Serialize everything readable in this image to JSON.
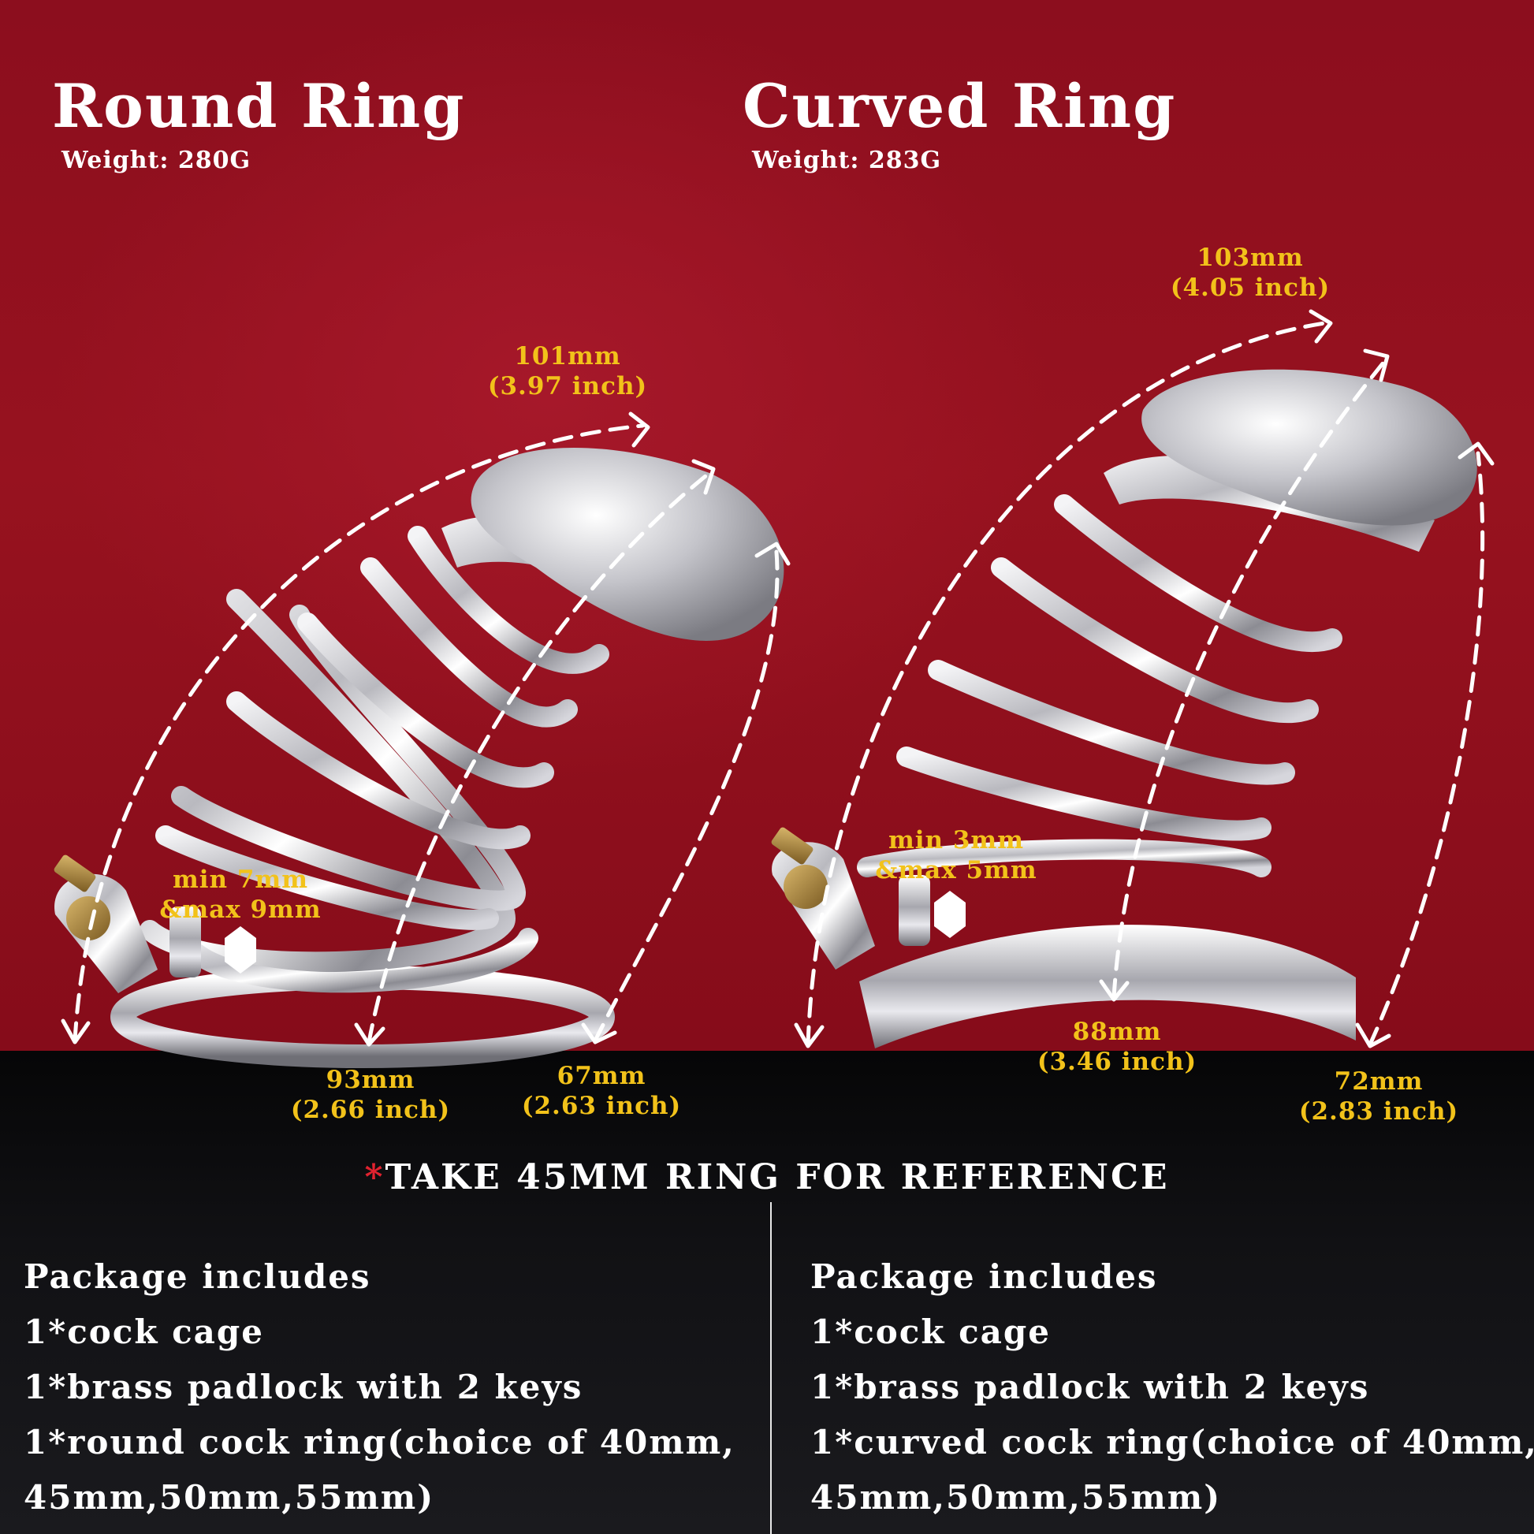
{
  "colors": {
    "background_red": "#8c0e1e",
    "background_dark": "#0c0c0e",
    "title_text": "#ffffff",
    "dimension_text": "#f2c21a",
    "asterisk": "#e0222f",
    "arrow": "#ffffff"
  },
  "left": {
    "title": "Round Ring",
    "weight": "Weight:  280G",
    "dims": {
      "arc_mm": "101mm",
      "arc_inch": "(3.97 inch)",
      "thickness_min": "min 7mm",
      "thickness_max": "&max 9mm",
      "length_mm": "93mm",
      "length_inch": "(2.66 inch)",
      "front_mm": "67mm",
      "front_inch": "(2.63 inch)"
    },
    "package": {
      "heading": "Package includes",
      "item1": "1*cock cage",
      "item2": "1*brass padlock with 2 keys",
      "item3_line1": "1*round cock ring(choice of 40mm,",
      "item3_line2": "45mm,50mm,55mm)"
    }
  },
  "right": {
    "title": "Curved Ring",
    "weight": "Weight:  283G",
    "dims": {
      "arc_mm": "103mm",
      "arc_inch": "(4.05 inch)",
      "thickness_min": "min 3mm",
      "thickness_max": "&max 5mm",
      "length_mm": "88mm",
      "length_inch": "(3.46 inch)",
      "front_mm": "72mm",
      "front_inch": "(2.83 inch)"
    },
    "package": {
      "heading": "Package includes",
      "item1": "1*cock cage",
      "item2": "1*brass padlock with 2 keys",
      "item3_line1": "1*curved cock ring(choice of 40mm,",
      "item3_line2": "45mm,50mm,55mm)"
    }
  },
  "reference_note": {
    "asterisk": "*",
    "text": "TAKE 45MM RING FOR REFERENCE"
  }
}
